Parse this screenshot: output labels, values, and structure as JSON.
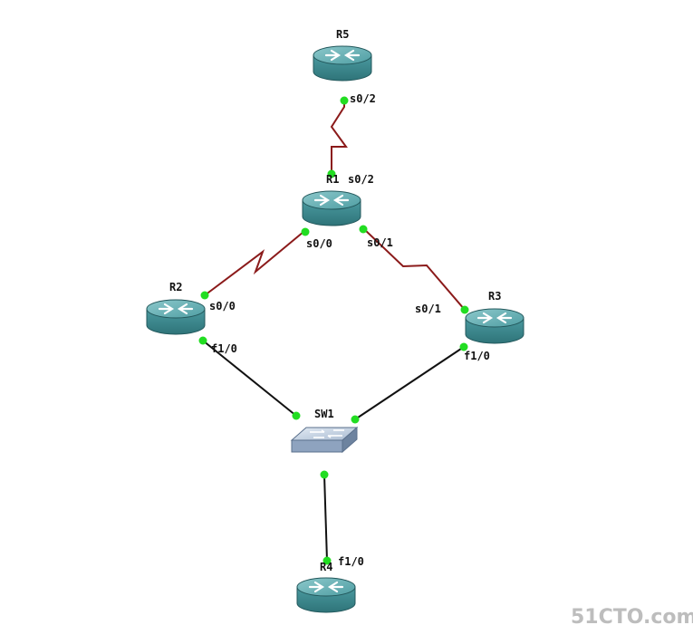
{
  "topology": {
    "devices": [
      {
        "id": "R5",
        "label": "R5",
        "type": "router"
      },
      {
        "id": "R1",
        "label": "R1",
        "type": "router"
      },
      {
        "id": "R2",
        "label": "R2",
        "type": "router"
      },
      {
        "id": "R3",
        "label": "R3",
        "type": "router"
      },
      {
        "id": "SW1",
        "label": "SW1",
        "type": "switch"
      },
      {
        "id": "R4",
        "label": "R4",
        "type": "router"
      }
    ],
    "links": [
      {
        "id": "r5-r1",
        "from": "R5",
        "to": "R1",
        "kind": "serial",
        "from_port": "s0/2",
        "to_port": "s0/2"
      },
      {
        "id": "r1-r2",
        "from": "R1",
        "to": "R2",
        "kind": "serial",
        "from_port": "s0/0",
        "to_port": "s0/0"
      },
      {
        "id": "r1-r3",
        "from": "R1",
        "to": "R3",
        "kind": "serial",
        "from_port": "s0/1",
        "to_port": "s0/1"
      },
      {
        "id": "r2-sw1",
        "from": "R2",
        "to": "SW1",
        "kind": "ethernet",
        "from_port": "f1/0",
        "to_port": ""
      },
      {
        "id": "r3-sw1",
        "from": "R3",
        "to": "SW1",
        "kind": "ethernet",
        "from_port": "f1/0",
        "to_port": ""
      },
      {
        "id": "sw1-r4",
        "from": "SW1",
        "to": "R4",
        "kind": "ethernet",
        "from_port": "",
        "to_port": "f1/0"
      }
    ]
  },
  "colors": {
    "router_top": "#5aa6aa",
    "router_body": "#3d8a8f",
    "serial_link": "#8b1a1a",
    "ethernet_link": "#111111",
    "port_dot": "#22dd22",
    "switch_top": "#c9d6e6",
    "switch_body": "#7d93b0"
  },
  "watermark": "51CTO.com"
}
